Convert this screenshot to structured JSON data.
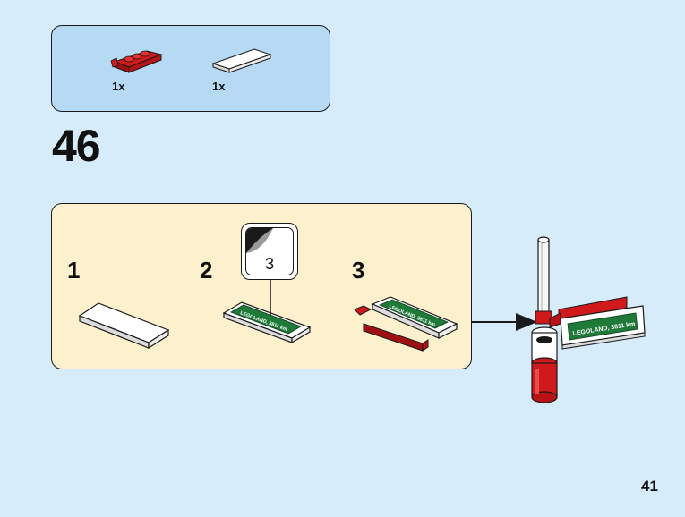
{
  "parts_list": {
    "items": [
      {
        "name": "red-plate-with-handle",
        "quantity": "1x",
        "color": "#d0191b"
      },
      {
        "name": "white-tile",
        "quantity": "1x",
        "color": "#ffffff"
      }
    ]
  },
  "step": {
    "number": "46"
  },
  "substeps": [
    {
      "number": "1"
    },
    {
      "number": "2",
      "sticker": "3"
    },
    {
      "number": "3"
    }
  ],
  "sticker_text": "LEGOLAND, 3811 km",
  "page": {
    "number": "41"
  },
  "colors": {
    "page_background": "#d6ecfb",
    "parts_box": "#b6d9f4",
    "substep_box": "#fcf1cc",
    "lego_red": "#d0191b",
    "sign_green": "#1f7a3a"
  }
}
